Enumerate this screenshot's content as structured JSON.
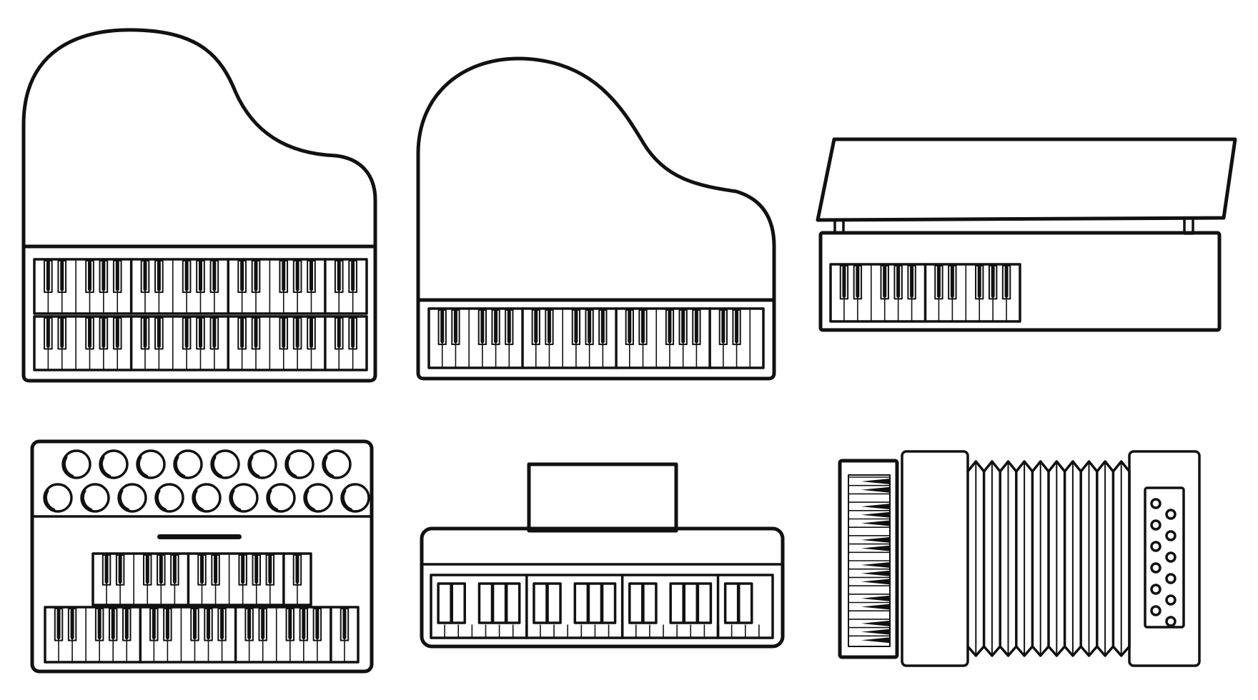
{
  "illustration": {
    "stroke_color": "#111111",
    "background_color": "#ffffff",
    "icons": [
      {
        "name": "grand-piano-two-manual-icon",
        "keyboards": 2,
        "octaves_per_keyboard": 3.5
      },
      {
        "name": "grand-piano-icon",
        "keyboards": 1,
        "octaves_per_keyboard": 3.5
      },
      {
        "name": "open-lid-keyboard-case-icon",
        "keyboards": 1,
        "octaves_per_keyboard": 2
      },
      {
        "name": "button-synthesizer-icon",
        "buttons": 17,
        "keyboards": 2
      },
      {
        "name": "electronic-keyboard-icon",
        "keyboards": 1,
        "octaves_per_keyboard": 3.5
      },
      {
        "name": "accordion-icon",
        "bass_buttons": 12,
        "bellows_folds": 10
      }
    ]
  }
}
